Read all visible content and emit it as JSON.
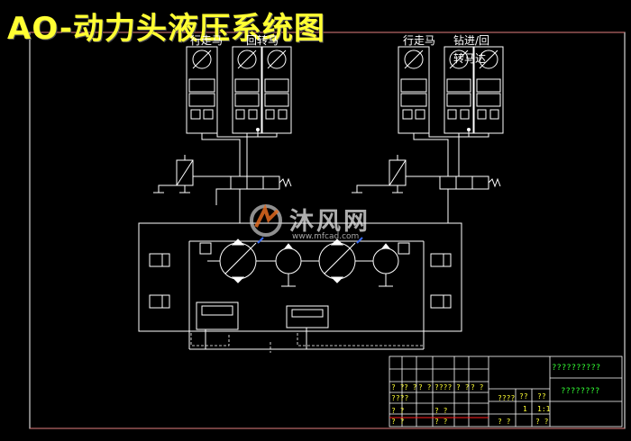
{
  "title": "AO-动力头液压系统图",
  "labels": {
    "left_motor_1": "行走马",
    "left_motor_2": "回转马",
    "right_motor_1": "行走马",
    "right_motor_2": "钻进/回",
    "right_motor_2b": "转马达"
  },
  "watermark": {
    "text": "沐风网",
    "url": "www.mfcad.com"
  },
  "title_block": {
    "name": "??????????",
    "sub": "????????",
    "r1": [
      "? ?",
      "? ?",
      "? ?",
      "????",
      "? ?",
      "? ?"
    ],
    "c1": [
      "????",
      "? ?",
      "? ?"
    ],
    "c2": [
      "? ?",
      "? ?",
      "? ?",
      "? ?"
    ],
    "c3": [
      "? ?",
      "? ?",
      "? ?"
    ],
    "c4": [
      "? ?",
      "? ?",
      "? ?"
    ],
    "m1": [
      "????",
      "??",
      "??"
    ],
    "m2": [
      "1",
      "1:1"
    ],
    "m3": [
      "? ?",
      "? ?"
    ]
  },
  "colors": {
    "background": "#000000",
    "lines": "#ffffff",
    "title": "#ffff33",
    "table_text_yellow": "#ffff33",
    "table_text_green": "#33ff33",
    "red_line": "#ff2020",
    "symbol_blue": "#3b6cf0"
  }
}
